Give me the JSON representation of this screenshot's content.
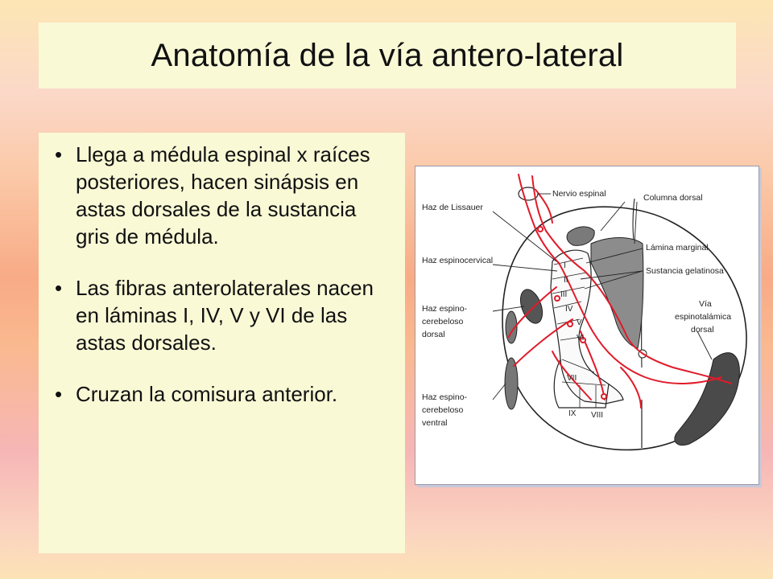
{
  "slide": {
    "title": "Anatomía de la vía antero-lateral",
    "bullets": [
      "Llega a médula espinal x raíces posteriores, hacen sinápsis en astas dorsales de la sustancia gris de médula.",
      "Las fibras anterolaterales nacen en láminas I, IV, V y VI de las astas dorsales.",
      "Cruzan la comisura anterior."
    ],
    "bullet_symbol": "•"
  },
  "diagram": {
    "labels": {
      "nervio_espinal": "Nervio espinal",
      "columna_dorsal": "Columna dorsal",
      "haz_lissauer": "Haz de Lissauer",
      "lamina_marginal": "Lámina marginal",
      "haz_espinocervical": "Haz espinocervical",
      "sustancia_gelatinosa": "Sustancia gelatinosa",
      "haz_espino_dorsal": [
        "Haz espino-",
        "cerebeloso",
        "dorsal"
      ],
      "via_espinotalamica": [
        "Vía",
        "espinotalámica",
        "dorsal"
      ],
      "haz_espino_ventral": [
        "Haz espino-",
        "cerebeloso",
        "ventral"
      ]
    },
    "laminae": [
      "I",
      "II",
      "III",
      "IV",
      "V",
      "VI",
      "VII",
      "VIII",
      "IX"
    ],
    "colors": {
      "pathway": "#e01b2a",
      "tract": "#555555",
      "outline": "#222222"
    }
  }
}
